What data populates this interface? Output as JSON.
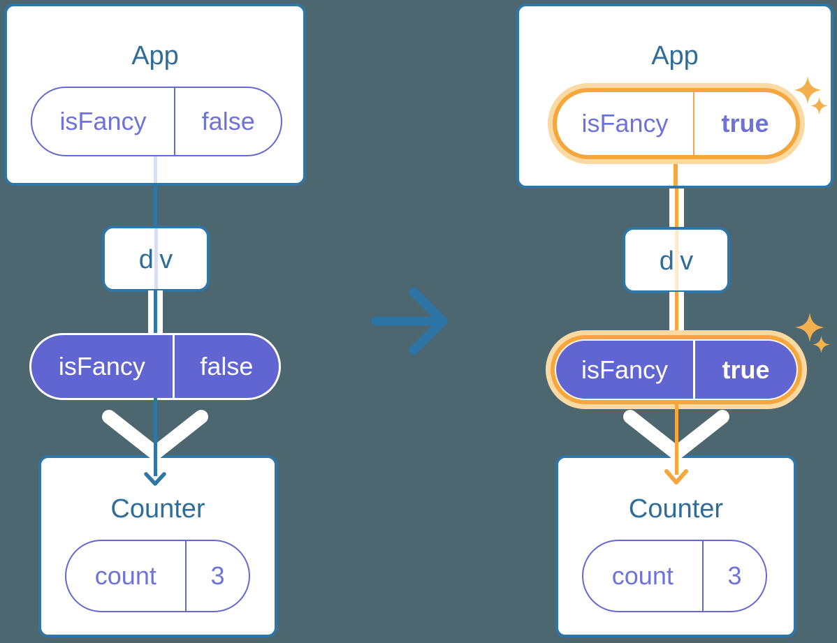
{
  "diagram": {
    "before": {
      "app": {
        "title": "App",
        "prop_name": "isFancy",
        "prop_value": "false"
      },
      "middle": {
        "title": "div"
      },
      "passed_prop": {
        "name": "isFancy",
        "value": "false"
      },
      "counter": {
        "title": "Counter",
        "state_name": "count",
        "state_value": "3"
      }
    },
    "after": {
      "app": {
        "title": "App",
        "prop_name": "isFancy",
        "prop_value": "true"
      },
      "middle": {
        "title": "div"
      },
      "passed_prop": {
        "name": "isFancy",
        "value": "true"
      },
      "counter": {
        "title": "Counter",
        "state_name": "count",
        "state_value": "3"
      }
    },
    "colors": {
      "background": "#4C6770",
      "tree_line_teal": "#2D76A6",
      "component_title": "#2F6C99",
      "prop_text_purple": "#6E73D9",
      "state_pill_fill": "#6065D2",
      "highlight_orange": "#F5A73E",
      "highlight_glow_peach": "#FAD9A2",
      "sparkle_orange": "#F5B04E"
    }
  }
}
